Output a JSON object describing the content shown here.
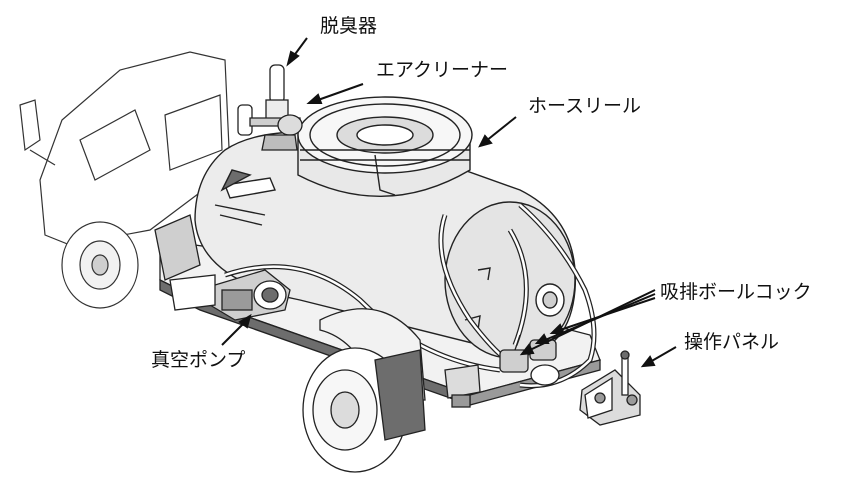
{
  "labels": {
    "deodorizer": "脱臭器",
    "air_cleaner": "エアクリーナー",
    "hose_reel": "ホースリール",
    "ball_cock": "吸排ボールコック",
    "control_panel": "操作パネル",
    "vacuum_pump": "真空ポンプ"
  },
  "colors": {
    "stroke": "#222222",
    "fill_light": "#f2f2f2",
    "fill_mid": "#cfcfcf",
    "fill_dark": "#6d6d6d"
  }
}
